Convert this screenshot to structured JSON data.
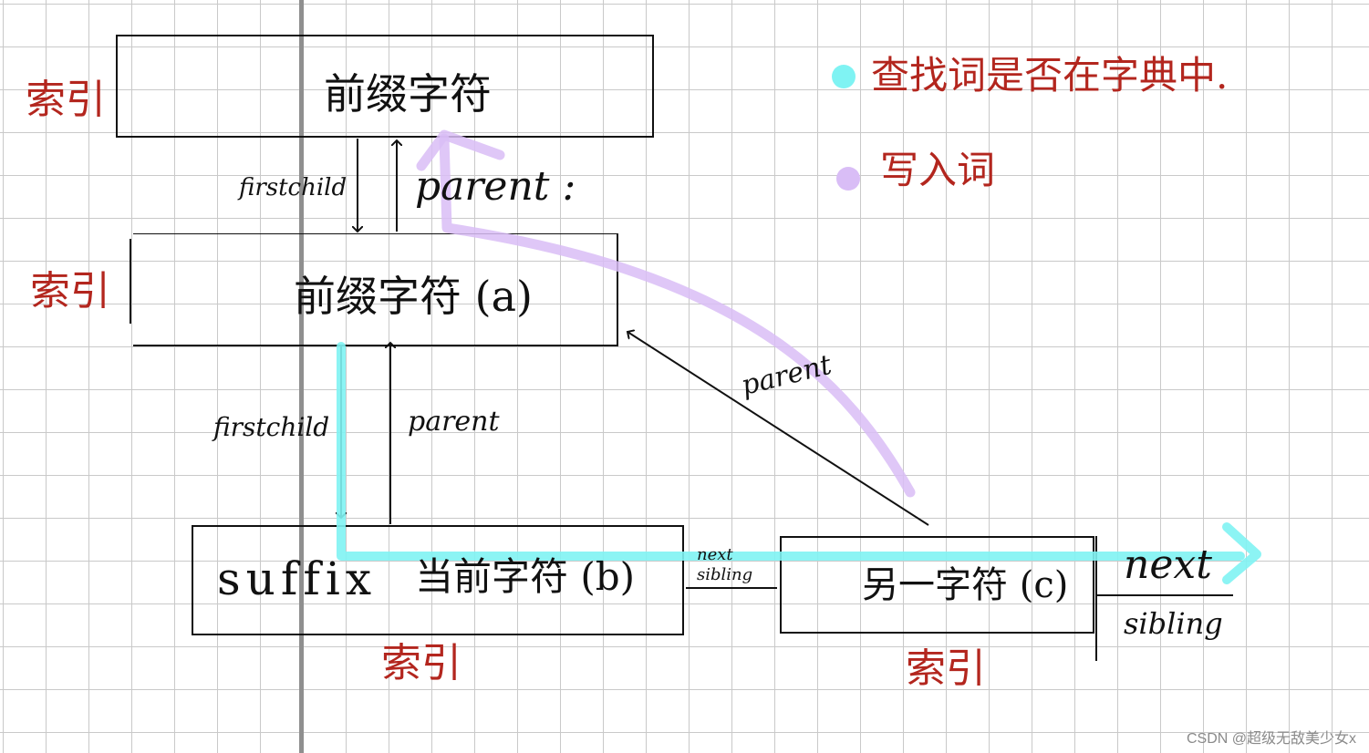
{
  "nodes": {
    "top_prefix": {
      "label": "前缀字符",
      "index_label": "索引"
    },
    "mid_prefix": {
      "label": "前缀字符 (a)",
      "index_label": "索引"
    },
    "current": {
      "suffix_label": "suffix",
      "label": "当前字符 (b)",
      "index_label": "索引"
    },
    "other": {
      "label": "另一字符 (c)",
      "index_label": "索引"
    }
  },
  "edges": {
    "top_firstchild": "firstchild",
    "top_parent": "parent :",
    "mid_firstchild": "firstchild",
    "mid_parent": "parent",
    "c_parent": "parent",
    "b_next_sibling": "next sibling",
    "c_next": "next",
    "c_sibling": "sibling"
  },
  "legend": {
    "items": [
      {
        "text": "查找词是否在字典中.",
        "color": "#7ff3f3"
      },
      {
        "text": "写入词",
        "color": "#d9bdf6"
      }
    ]
  },
  "colors": {
    "ink": "#111111",
    "red": "#b3261e",
    "cyan_path": "#7ff3f3",
    "purple_path": "#d9bdf6"
  },
  "watermark": "CSDN @超级无敌美少女x"
}
